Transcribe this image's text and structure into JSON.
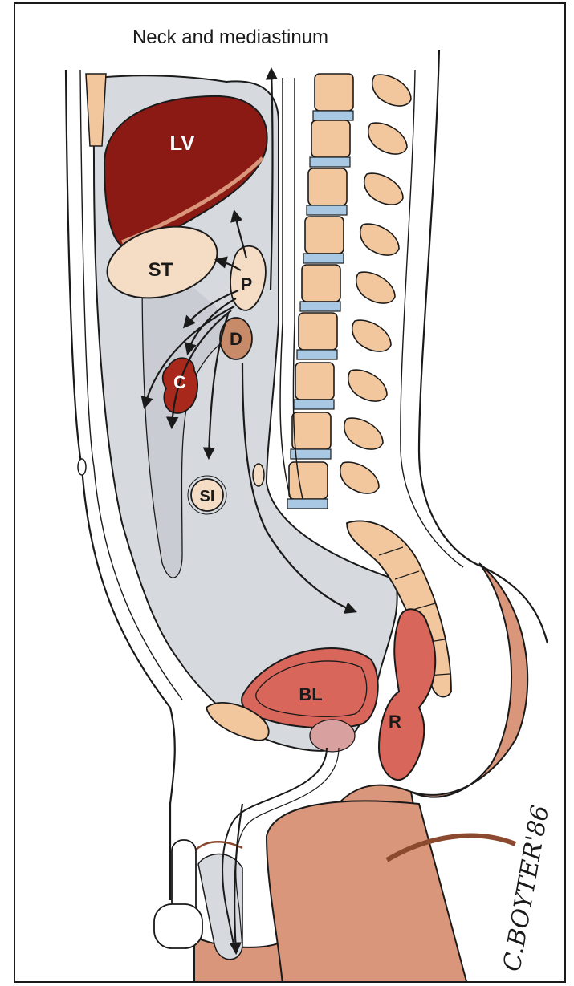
{
  "diagram": {
    "title": "Neck and mediastinum",
    "labels": {
      "lv": "LV",
      "st": "ST",
      "p": "P",
      "d": "D",
      "c": "C",
      "si": "SI",
      "bl": "BL",
      "r": "R"
    },
    "signature": "C.BOYTER'86"
  },
  "colors": {
    "retroperitoneal_space": "#d6dadf",
    "vertebra": "#f3c79e",
    "intervertebral_disc": "#a8c8e4",
    "liver": "#8b1a14",
    "colon": "#a8281c",
    "bladder_rectum": "#d9665a",
    "skin": "#d9967a",
    "organ_pale": "#f5dcc4",
    "outline": "#1a1a1a"
  }
}
